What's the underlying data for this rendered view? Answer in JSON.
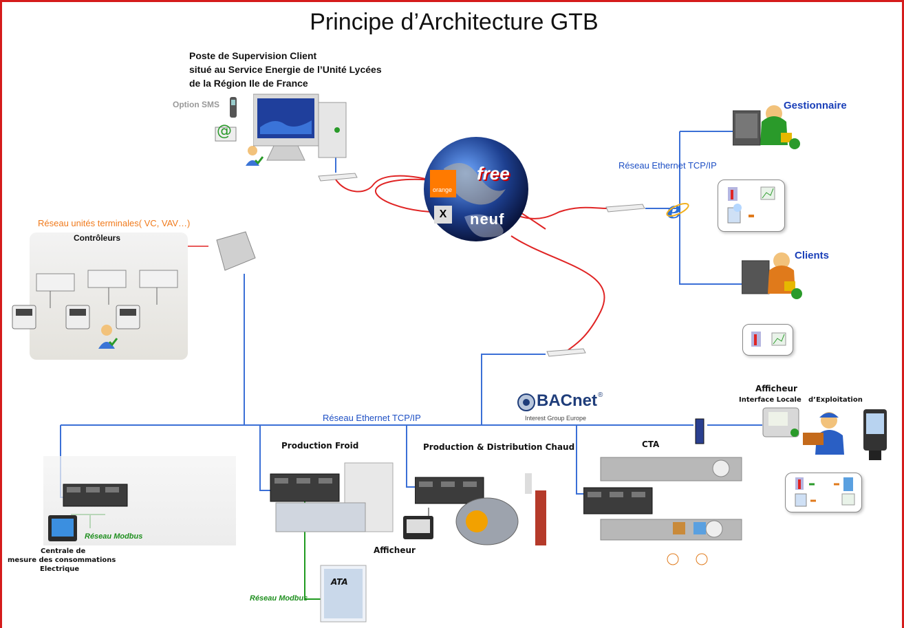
{
  "title": "Principe d’Architecture GTB",
  "supervision": {
    "line1": "Poste de Supervision Client",
    "line2": "situé au Service Energie de l’Unité Lycées",
    "line3": "de la Région Ile de France",
    "sms_option": "Option SMS"
  },
  "internet": {
    "orange": "orange",
    "free": "free",
    "x_label": "X",
    "neuf": "neuf"
  },
  "right_side": {
    "ethernet_label": "Réseau Ethernet TCP/IP",
    "gestionnaire": "Gestionnaire",
    "clients": "Clients"
  },
  "terminal": {
    "network_label": "Réseau unités terminales( VC, VAV…)",
    "controllers": "Contrôleurs"
  },
  "main_network": {
    "ethernet_label": "Réseau Ethernet TCP/IP"
  },
  "bacnet": {
    "name": "BACnet",
    "reg": "®",
    "subtitle": "Interest Group Europe"
  },
  "sections": {
    "froid": "Production Froid",
    "chaud": "Production & Distribution Chaud",
    "cta": "CTA",
    "afficheur_top": "Afficheur",
    "interface_locale": "Interface Locale",
    "exploitation": "d’Exploitation",
    "afficheur_bottom": "Afficheur",
    "ata": "ATA"
  },
  "electric": {
    "modbus": "Réseau Modbus",
    "line1": "Centrale de",
    "line2": "mesure des consommations",
    "line3": "Electrique"
  },
  "ata_modbus": "Réseau Modbus",
  "colors": {
    "border": "#d51c1c",
    "ethernet": "#3a6fd6",
    "internet_link": "#e02424",
    "modbus": "#1f9a1f",
    "terminal_network": "#e02424"
  }
}
